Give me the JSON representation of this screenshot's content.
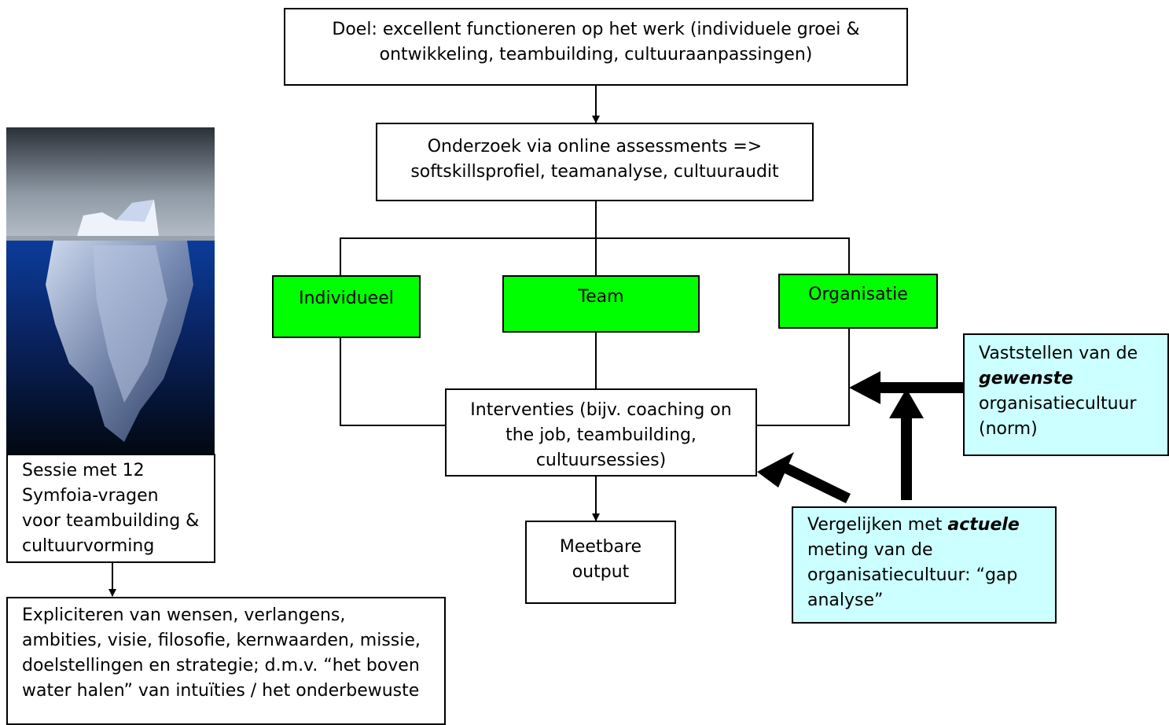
{
  "boxes": {
    "doel": "Doel: excellent functioneren op het werk (individuele groei & ontwikkeling, teambuilding, cultuuraanpassingen)",
    "onderzoek": "Onderzoek via online assessments => softskillsprofiel, teamanalyse, cultuuraudit",
    "individueel": "Individueel",
    "team": "Team",
    "organisatie": "Organisatie",
    "interventies": "Interventies (bijv. coaching on the job, teambuilding, cultuursessies)",
    "meetbare": "Meetbare output",
    "sessie": "Sessie met 12 Symfoia-vragen voor teambuilding & cultuurvorming",
    "expliciteren": "Expliciteren van wensen, verlangens, ambities, visie, filosofie, kernwaarden, missie, doelstellingen en strategie; d.m.v. “het boven water halen” van intuïties / het onderbewuste"
  },
  "vaststellen": {
    "before": "Vaststellen van de",
    "emph": "gewenste",
    "after": "organisatiecultuur (norm)"
  },
  "vergelijken": {
    "before": "Vergelijken met",
    "emph": "actuele",
    "after": "meting van de organisatiecultuur: “gap analyse”"
  },
  "colors": {
    "green": "#00ff00",
    "cyan": "#ccffff",
    "sky": "#8f9aa6",
    "water": "#0a2f7a"
  },
  "image": {
    "name": "iceberg-image"
  }
}
